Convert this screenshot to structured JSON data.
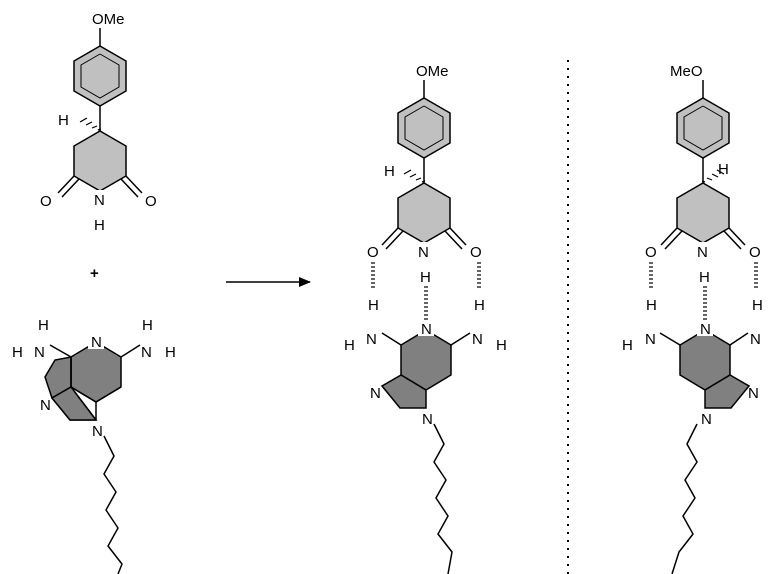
{
  "labels": {
    "ome": "OMe",
    "meo": "MeO",
    "h": "H",
    "n": "N",
    "o": "O",
    "plus": "+"
  },
  "colors": {
    "ring_fill": "#c0c0c0",
    "purine_fill": "#808080",
    "stroke": "#000000",
    "background": "#ffffff"
  }
}
